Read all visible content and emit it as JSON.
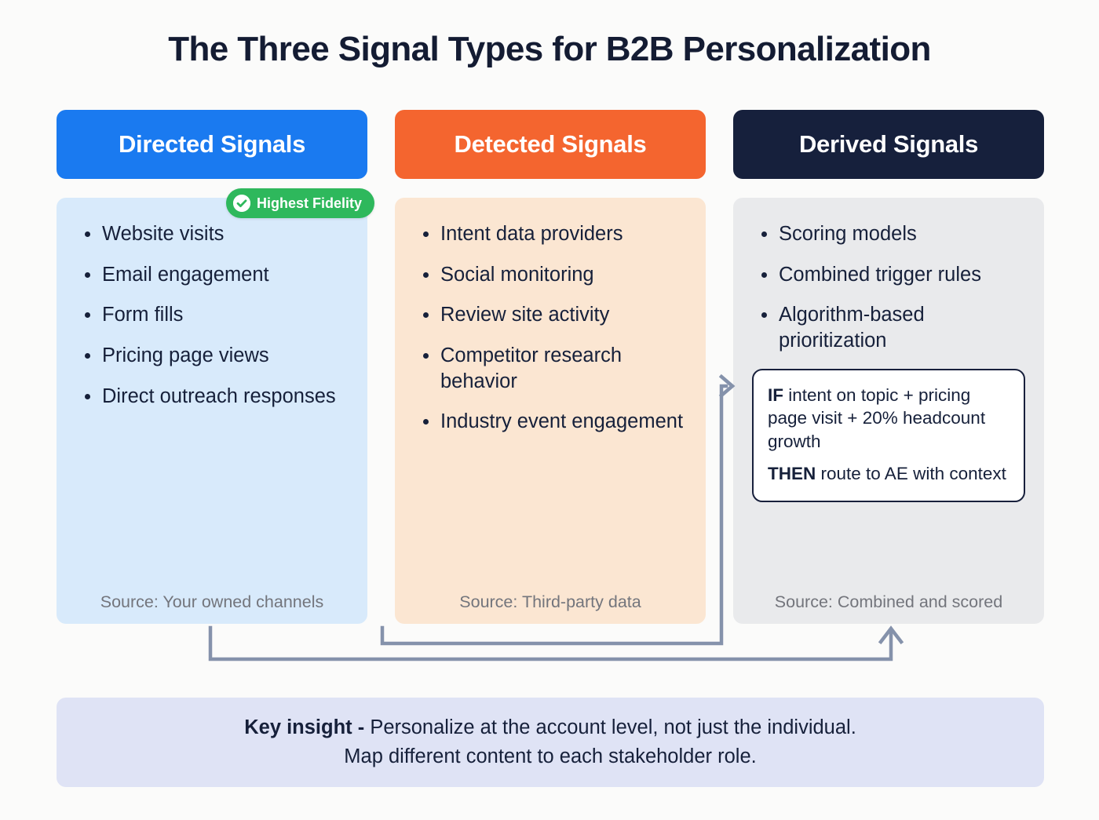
{
  "title": "The Three Signal Types for B2B Personalization",
  "colors": {
    "background": "#fbfbfa",
    "directed_header": "#1a7af0",
    "detected_header": "#f4652f",
    "derived_header": "#16203c",
    "directed_body": "#d8eafb",
    "detected_body": "#fbe6d2",
    "derived_body": "#e9eaec",
    "badge_green": "#2eb85c",
    "key_insight_bg": "#dfe3f5",
    "connector": "#8592ab",
    "text_dark": "#16203a",
    "text_muted": "#73757c"
  },
  "columns": [
    {
      "header": "Directed Signals",
      "badge": {
        "label": "Highest Fidelity",
        "icon": "check-circle-icon"
      },
      "items": [
        "Website visits",
        "Email engagement",
        "Form fills",
        "Pricing page views",
        "Direct outreach responses"
      ],
      "source": "Source: Your owned channels"
    },
    {
      "header": "Detected Signals",
      "items": [
        "Intent data providers",
        "Social monitoring",
        "Review site activity",
        "Competitor research behavior",
        "Industry event engagement"
      ],
      "source": "Source: Third-party data"
    },
    {
      "header": "Derived Signals",
      "items": [
        "Scoring models",
        "Combined trigger rules",
        "Algorithm-based prioritization"
      ],
      "rule_box": {
        "if_keyword": "IF",
        "if_text": " intent on topic + pricing page visit + 20% headcount growth",
        "then_keyword": "THEN",
        "then_text": " route to AE with context"
      },
      "source": "Source: Combined and scored"
    }
  ],
  "key_insight": {
    "label": "Key insight -",
    "line1": " Personalize at the account level, not just the individual.",
    "line2": "Map different content to each stakeholder role."
  }
}
